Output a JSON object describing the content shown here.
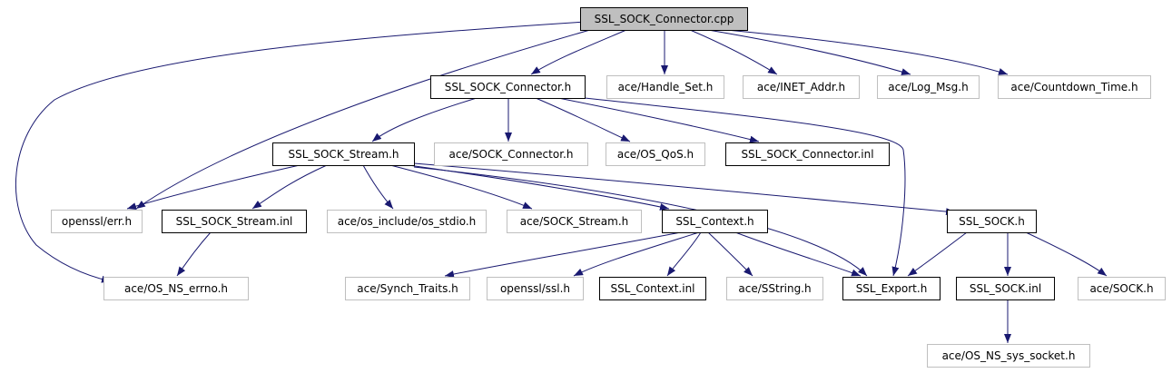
{
  "diagram": {
    "colors": {
      "root_fill": "#bfbfbf",
      "local_border": "#000000",
      "external_border": "#bfbfbf",
      "edge": "#191970"
    },
    "nodes": [
      {
        "id": "root",
        "label": "SSL_SOCK_Connector.cpp",
        "kind": "root"
      },
      {
        "id": "connector_h",
        "label": "SSL_SOCK_Connector.h",
        "kind": "local"
      },
      {
        "id": "handle_set",
        "label": "ace/Handle_Set.h",
        "kind": "external"
      },
      {
        "id": "inet_addr",
        "label": "ace/INET_Addr.h",
        "kind": "external"
      },
      {
        "id": "log_msg",
        "label": "ace/Log_Msg.h",
        "kind": "external"
      },
      {
        "id": "countdown",
        "label": "ace/Countdown_Time.h",
        "kind": "external"
      },
      {
        "id": "stream_h",
        "label": "SSL_SOCK_Stream.h",
        "kind": "local"
      },
      {
        "id": "sock_connector",
        "label": "ace/SOCK_Connector.h",
        "kind": "external"
      },
      {
        "id": "os_qos",
        "label": "ace/OS_QoS.h",
        "kind": "external"
      },
      {
        "id": "connector_inl",
        "label": "SSL_SOCK_Connector.inl",
        "kind": "local"
      },
      {
        "id": "openssl_err",
        "label": "openssl/err.h",
        "kind": "external"
      },
      {
        "id": "stream_inl",
        "label": "SSL_SOCK_Stream.inl",
        "kind": "local"
      },
      {
        "id": "os_stdio",
        "label": "ace/os_include/os_stdio.h",
        "kind": "external"
      },
      {
        "id": "sock_stream",
        "label": "ace/SOCK_Stream.h",
        "kind": "external"
      },
      {
        "id": "context_h",
        "label": "SSL_Context.h",
        "kind": "local"
      },
      {
        "id": "sock_h",
        "label": "SSL_SOCK.h",
        "kind": "local"
      },
      {
        "id": "os_ns_errno",
        "label": "ace/OS_NS_errno.h",
        "kind": "external"
      },
      {
        "id": "synch_traits",
        "label": "ace/Synch_Traits.h",
        "kind": "external"
      },
      {
        "id": "openssl_ssl",
        "label": "openssl/ssl.h",
        "kind": "external"
      },
      {
        "id": "context_inl",
        "label": "SSL_Context.inl",
        "kind": "local"
      },
      {
        "id": "sstring",
        "label": "ace/SString.h",
        "kind": "external"
      },
      {
        "id": "export_h",
        "label": "SSL_Export.h",
        "kind": "local"
      },
      {
        "id": "sock_inl",
        "label": "SSL_SOCK.inl",
        "kind": "local"
      },
      {
        "id": "ace_sock",
        "label": "ace/SOCK.h",
        "kind": "external"
      },
      {
        "id": "os_ns_sys_socket",
        "label": "ace/OS_NS_sys_socket.h",
        "kind": "external"
      }
    ],
    "edges": [
      [
        "root",
        "connector_h"
      ],
      [
        "root",
        "handle_set"
      ],
      [
        "root",
        "inet_addr"
      ],
      [
        "root",
        "log_msg"
      ],
      [
        "root",
        "countdown"
      ],
      [
        "root",
        "openssl_err"
      ],
      [
        "root",
        "os_ns_errno"
      ],
      [
        "connector_h",
        "stream_h"
      ],
      [
        "connector_h",
        "sock_connector"
      ],
      [
        "connector_h",
        "os_qos"
      ],
      [
        "connector_h",
        "connector_inl"
      ],
      [
        "connector_h",
        "export_h"
      ],
      [
        "stream_h",
        "openssl_err"
      ],
      [
        "stream_h",
        "stream_inl"
      ],
      [
        "stream_h",
        "os_stdio"
      ],
      [
        "stream_h",
        "sock_stream"
      ],
      [
        "stream_h",
        "context_h"
      ],
      [
        "stream_h",
        "sock_h"
      ],
      [
        "stream_h",
        "export_h"
      ],
      [
        "stream_inl",
        "os_ns_errno"
      ],
      [
        "context_h",
        "synch_traits"
      ],
      [
        "context_h",
        "openssl_ssl"
      ],
      [
        "context_h",
        "context_inl"
      ],
      [
        "context_h",
        "sstring"
      ],
      [
        "context_h",
        "export_h"
      ],
      [
        "sock_h",
        "export_h"
      ],
      [
        "sock_h",
        "sock_inl"
      ],
      [
        "sock_h",
        "ace_sock"
      ],
      [
        "sock_inl",
        "os_ns_sys_socket"
      ]
    ]
  }
}
